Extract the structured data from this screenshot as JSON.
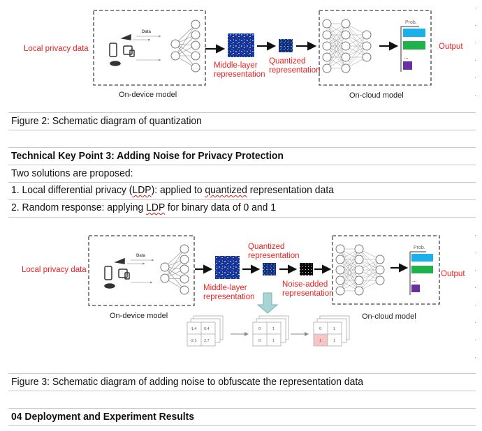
{
  "figure2": {
    "input_label": "Local privacy data",
    "data_label": "Data",
    "device_box_label": "On-device model",
    "middle_label_1": "Middle-layer",
    "middle_label_2": "representation",
    "quantized_label_1": "Quantized",
    "quantized_label_2": "representation",
    "cloud_box_label": "On-cloud model",
    "prob_label": "Prob.",
    "ellipsis": "...",
    "output_label": "Output",
    "colors": {
      "accent_red": "#ee2222",
      "bar_blue": "#1ab0ec",
      "bar_green": "#1db34a",
      "bar_purple": "#6a2fa0"
    }
  },
  "caption2": "Figure 2: Schematic diagram of quantization",
  "section3": {
    "heading": "Technical Key Point 3: Adding Noise for Privacy Protection",
    "intro": "Two solutions are proposed:",
    "item1": {
      "prefix": "1. Local differential privacy (",
      "term": "LDP",
      "middle": "): applied to ",
      "term2": "quantized",
      "suffix": " representation data"
    },
    "item2": {
      "prefix": "2. Random response: applying ",
      "term": "LDP",
      "suffix": " for binary data of 0 and 1"
    }
  },
  "figure3": {
    "input_label": "Local privacy data",
    "data_label": "Data",
    "device_box_label": "On-device model",
    "middle_label_1": "Middle-layer",
    "middle_label_2": "representation",
    "quantized_label_1": "Quantized",
    "quantized_label_2": "representation",
    "noise_label_1": "Noise-added",
    "noise_label_2": "representation",
    "cloud_box_label": "On-cloud model",
    "prob_label": "Prob.",
    "ellipsis": "...",
    "output_label": "Output",
    "grid_raw": [
      "-1.4",
      "0.4",
      "-2.3",
      "2.7"
    ],
    "grid_quantized": [
      "0",
      "1",
      "0",
      "1"
    ],
    "grid_noised": [
      "0",
      "1",
      "1",
      "1"
    ],
    "highlight_color": "#f8c4c4"
  },
  "caption3": "Figure 3: Schematic diagram of adding noise to obfuscate the representation data",
  "section4": {
    "heading": "04 Deployment and Experiment Results"
  }
}
